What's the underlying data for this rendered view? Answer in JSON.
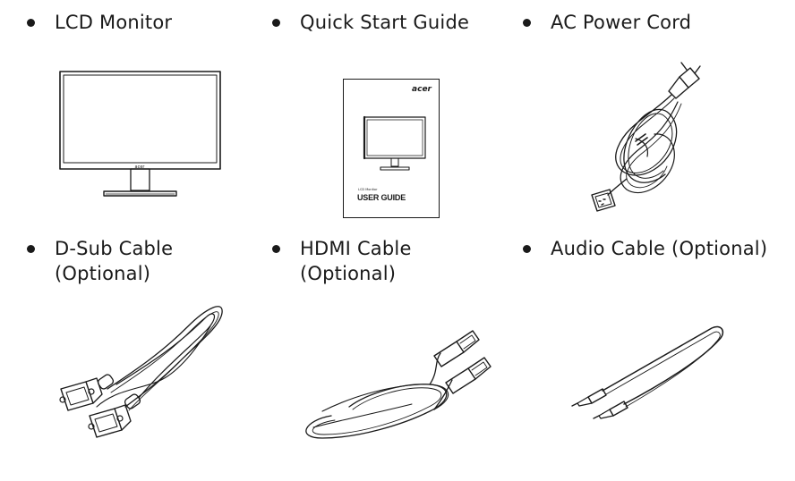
{
  "items": [
    {
      "label": "LCD Monitor"
    },
    {
      "label": "Quick Start Guide"
    },
    {
      "label": "AC Power Cord"
    },
    {
      "label_line1": "D-Sub Cable",
      "label_line2": "(Optional)"
    },
    {
      "label_line1": "HDMI Cable",
      "label_line2": "(Optional)"
    },
    {
      "label": "Audio Cable (Optional)"
    }
  ],
  "guide_brand": "acer",
  "guide_title": "USER GUIDE",
  "guide_small": "LCD Monitor",
  "monitor_brand": "acer"
}
